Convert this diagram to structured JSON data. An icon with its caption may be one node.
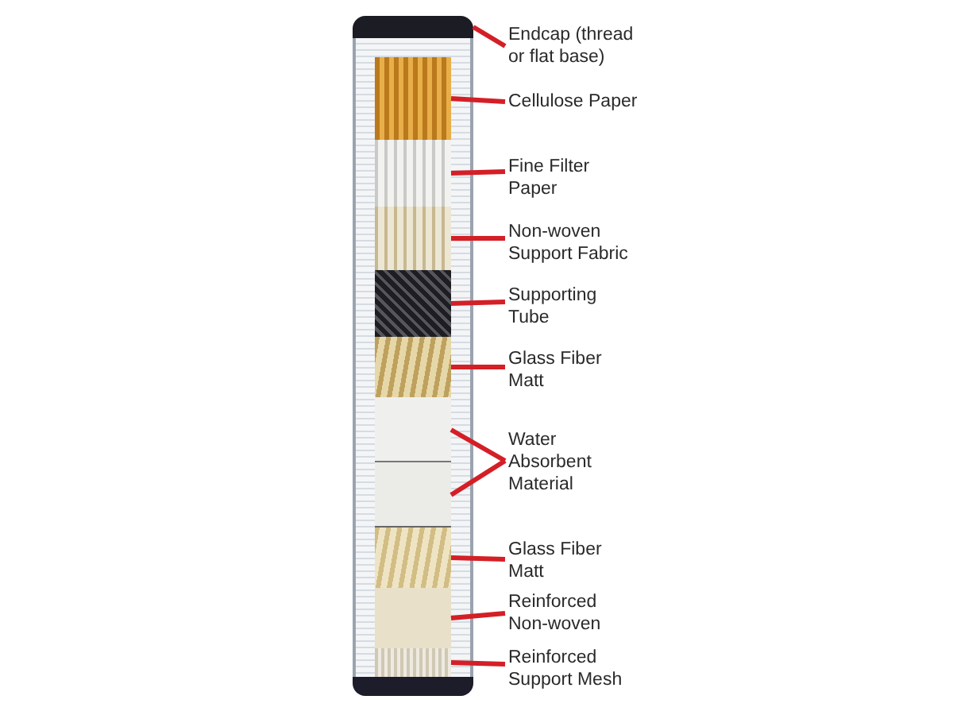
{
  "diagram": {
    "nodes": [
      {
        "text": [
          "Endcap (thread or flat base)"
        ]
      },
      {
        "text": [
          "Cellulose Paper"
        ]
      },
      {
        "text": [
          "Fine Filter Paper"
        ]
      },
      {
        "text": [
          "Non-woven Support Fabric"
        ]
      },
      {
        "text": [
          "Supporting Tube"
        ]
      },
      {
        "text": [
          "Glass Fiber Matt"
        ]
      },
      {
        "text": [
          "Water Absorbent Material"
        ]
      },
      {
        "text": [
          "Glass Fiber Matt"
        ]
      },
      {
        "text": [
          "Reinforced Non-woven"
        ]
      },
      {
        "text": [
          "Reinforced Support Mesh"
        ]
      },
      {
        "text": [],
        "shape": "bar"
      },
      {
        "text": [],
        "shape": "bar"
      },
      {
        "text": [],
        "shape": "bar"
      },
      {
        "text": [],
        "shape": "bar"
      },
      {
        "text": [],
        "shape": "bar"
      },
      {
        "text": [],
        "shape": "bar"
      },
      {
        "text": [],
        "shape": "bar"
      },
      {
        "text": [],
        "shape": "bar"
      },
      {
        "text": [],
        "shape": "bar"
      },
      {
        "text": [],
        "shape": "bar"
      },
      {
        "text": [],
        "shape": "bar"
      }
    ],
    "edges": [
      {
        "from": 0,
        "to": 10,
        "arrow": "none"
      },
      {
        "from": 1,
        "to": 11,
        "arrow": "none"
      },
      {
        "from": 2,
        "to": 12,
        "arrow": "none"
      },
      {
        "from": 3,
        "to": 13,
        "arrow": "none"
      },
      {
        "from": 4,
        "to": 14,
        "arrow": "none"
      },
      {
        "from": 5,
        "to": 15,
        "arrow": "none"
      },
      {
        "from": 6,
        "to": 16,
        "arrow": "none"
      },
      {
        "from": 6,
        "to": 17,
        "arrow": "none"
      },
      {
        "from": 7,
        "to": 18,
        "arrow": "none"
      },
      {
        "from": 8,
        "to": 19,
        "arrow": "none"
      },
      {
        "from": 9,
        "to": 20,
        "arrow": "none"
      }
    ]
  }
}
